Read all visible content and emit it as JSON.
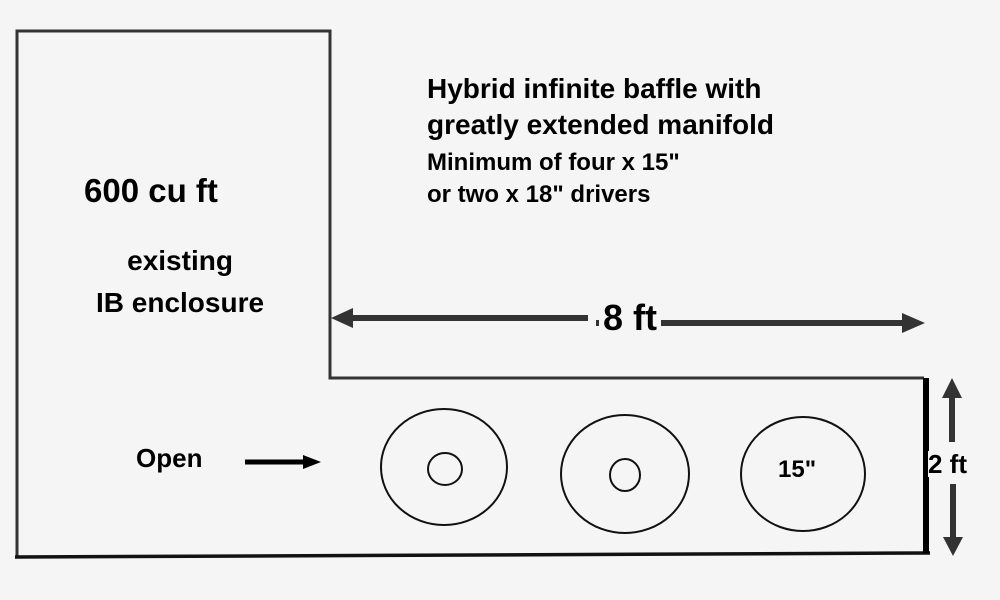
{
  "diagram": {
    "title_lines": [
      "Hybrid infinite baffle with",
      "greatly extended manifold"
    ],
    "subtitle_lines": [
      "Minimum of four x 15\"",
      "or two x 18\" drivers"
    ],
    "enclosure": {
      "volume": "600 cu ft",
      "label_lines": [
        "existing",
        "IB enclosure"
      ]
    },
    "manifold": {
      "length_label": "8 ft",
      "height_label": "2 ft",
      "open_label": "Open",
      "driver_label": "15\"",
      "driver_count_shown": 3
    },
    "colors": {
      "background": "#f5f5f5",
      "line": "#333333",
      "text": "#000000"
    }
  }
}
